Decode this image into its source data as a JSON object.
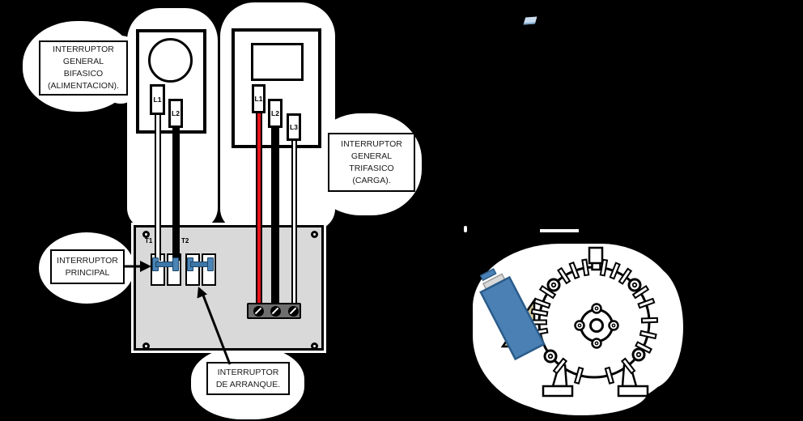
{
  "labels": {
    "bifasico": [
      "INTERRUPTOR",
      "GENERAL",
      "BIFASICO",
      "(ALIMENTACION)."
    ],
    "trifasico": [
      "INTERRUPTOR",
      "GENERAL",
      "TRIFASICO",
      "(CARGA)."
    ],
    "principal": [
      "INTERRUPTOR",
      "PRINCIPAL"
    ],
    "arranque": [
      "INTERRUPTOR",
      "DE ARRANQUE."
    ]
  },
  "panels": {
    "bifasico": {
      "l1": "L1",
      "l2": "L2"
    },
    "trifasico": {
      "l1": "L1",
      "l2": "L2",
      "l3": "L3"
    }
  },
  "control_box": {
    "t1": "T1",
    "t2": "T2"
  },
  "colors": {
    "background": "#000000",
    "cloud": "#FFFFFF",
    "box_gray": "#D9D9D9",
    "terminal_block_gray": "#6E6E6E",
    "wire_red": "#E8131B",
    "wire_black": "#000000",
    "wire_white": "#FFFFFF",
    "toggle_blue": "#3E76A8",
    "capacitor_blue": "#4A80B4",
    "bracket_tan": "#D6C9A0"
  }
}
